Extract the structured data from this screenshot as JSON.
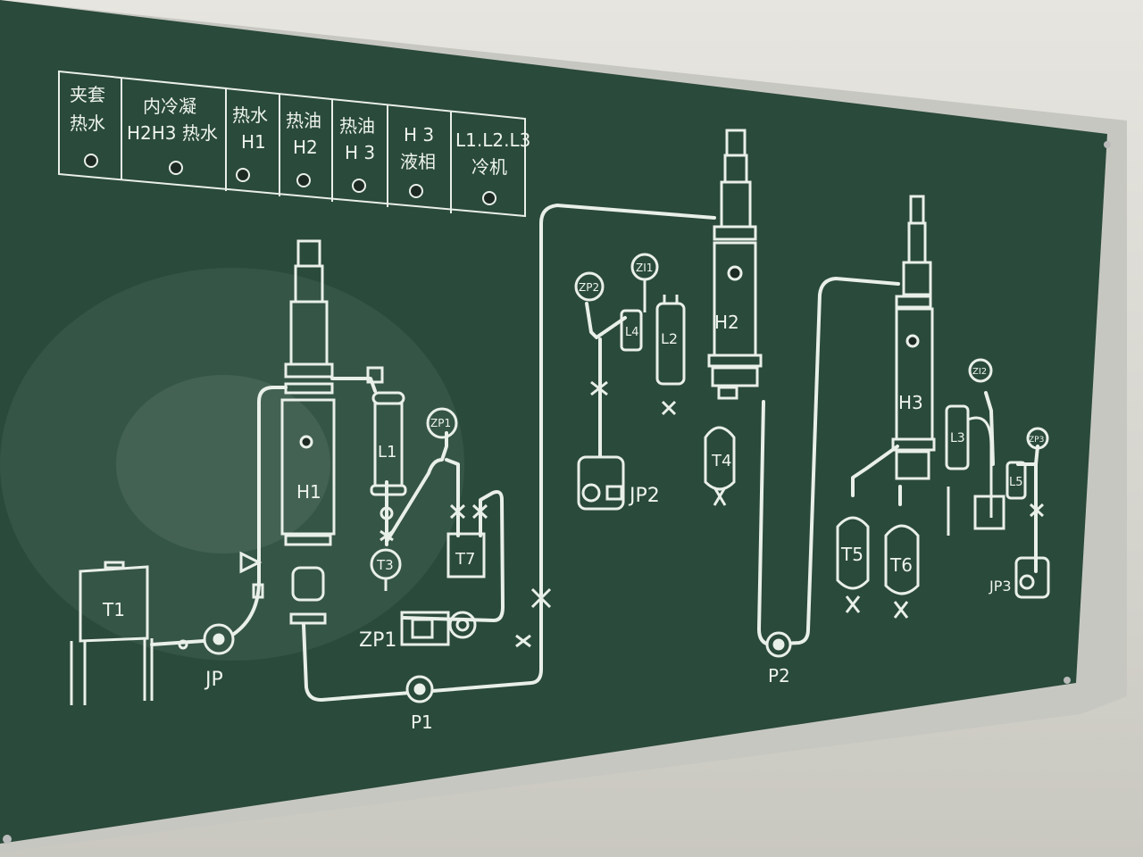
{
  "colors": {
    "board": "#2b4a3c",
    "line": "#e9efe9",
    "frame": "#c9c9c3"
  },
  "legend": [
    {
      "line1": "夹套",
      "line2": "热水"
    },
    {
      "line1": "内冷凝",
      "line2": "H2H3 热水"
    },
    {
      "line1": "热水",
      "line2": "H1"
    },
    {
      "line1": "热油",
      "line2": "H2"
    },
    {
      "line1": "热油",
      "line2": "H 3"
    },
    {
      "line1": "H 3",
      "line2": "液相"
    },
    {
      "line1": "L1.L2.L3",
      "line2": "冷机"
    }
  ],
  "labels": {
    "t1": "T1",
    "jp": "JP",
    "h1": "H1",
    "l1": "L1",
    "zp1_gauge": "ZP1",
    "t3": "T3",
    "t7": "T7",
    "zp1_pump": "ZP1",
    "p1": "P1",
    "zp2": "ZP2",
    "zi1": "ZI1",
    "l4": "L4",
    "l2": "L2",
    "jp2": "JP2",
    "h2": "H2",
    "t4": "T4",
    "p2": "P2",
    "h3": "H3",
    "zi2": "ZI2",
    "l3": "L3",
    "zp3": "ZP3",
    "l5": "L5",
    "t5": "T5",
    "t6": "T6",
    "jp3": "JP3"
  }
}
